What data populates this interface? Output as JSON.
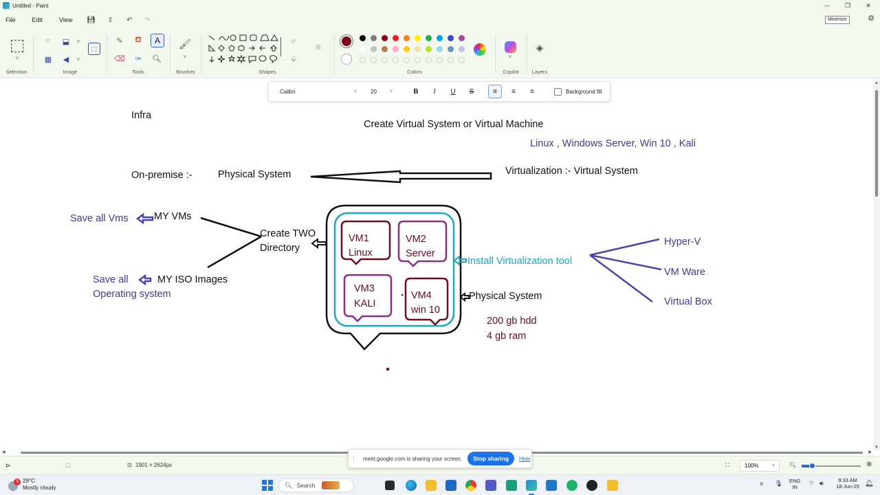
{
  "window": {
    "title": "Untitled - Paint",
    "tooltip": "Minimize"
  },
  "menu": {
    "file": "File",
    "edit": "Edit",
    "view": "View"
  },
  "ribbon": {
    "groups": {
      "selection": "Selection",
      "image": "Image",
      "tools": "Tools",
      "brushes": "Brushes",
      "shapes": "Shapes",
      "colors": "Colors",
      "copilot": "Copilot",
      "layers": "Layers"
    },
    "selected_color": "#7a0c1c",
    "palette_row1": [
      "#000000",
      "#7f7f7f",
      "#880015",
      "#ed1c24",
      "#ff7f27",
      "#fff200",
      "#22b14c",
      "#00a2e8",
      "#3f48cc",
      "#a349a4"
    ],
    "palette_row2": [
      "#ffffff",
      "#c3c3c3",
      "#b97a57",
      "#ffaec9",
      "#ffc90e",
      "#efe4b0",
      "#b5e61d",
      "#99d9ea",
      "#7092be",
      "#c8bfe7"
    ]
  },
  "text_toolbar": {
    "font": "Calibri",
    "size": "20",
    "bold": "B",
    "italic": "I",
    "underline": "U",
    "strike": "S",
    "background_fill": "Background fill"
  },
  "canvas_text": {
    "infra": "Infra",
    "heading": "Create Virtual System or Virtual Machine",
    "os_list": "Linux , Windows Server, Win 10 , Kali",
    "on_premise": "On-premise  :-",
    "physical_system_top": "Physical System",
    "virtualization": "Virtualization :-  Virtual System",
    "save_all_vms": "Save all Vms",
    "my_vms": "MY VMs",
    "create_two_1": "Create TWO",
    "create_two_2": "Directory",
    "save_all": "Save all",
    "operating_system": "Operating system",
    "my_iso": "MY ISO Images",
    "vm1_a": "VM1",
    "vm1_b": "Linux",
    "vm2_a": "VM2",
    "vm2_b": "Server",
    "vm3_a": "VM3",
    "vm3_b": "KALI",
    "vm4_a": "VM4",
    "vm4_b": "win 10",
    "install_tool": "Install Virtualization tool",
    "physical_system_right": "Physical System",
    "hdd": "200 gb hdd",
    "ram": "4 gb ram",
    "hyperv": "Hyper-V",
    "vmware": "VM Ware",
    "vbox": "Virtual Box"
  },
  "status": {
    "canvas_size": "1901 × 2624px",
    "zoom": "100%"
  },
  "share_banner": {
    "message": "meet.google.com is sharing your screen.",
    "stop": "Stop sharing",
    "hide": "Hide"
  },
  "taskbar": {
    "weather_temp": "29°C",
    "weather_desc": "Mostly cloudy",
    "weather_badge": "3",
    "search": "Search",
    "lang_1": "ENG",
    "lang_2": "IN",
    "time": "9:33 AM",
    "date": "18-Jun-25"
  }
}
